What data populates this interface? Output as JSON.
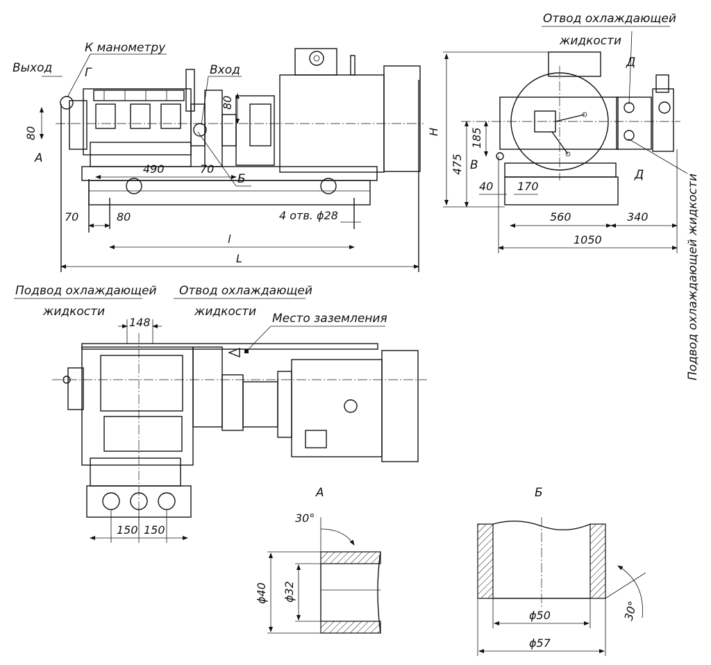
{
  "colors": {
    "line": "#111111",
    "background": "#ffffff"
  },
  "side_view": {
    "label_outlet": "Выход",
    "label_manometer": "К манометру",
    "label_inlet": "Вход",
    "mark_g": "Г",
    "mark_a": "А",
    "mark_b": "Б",
    "dim_80_left": "80",
    "dim_80_inlet": "80",
    "dim_490": "490",
    "dim_70_mid": "70",
    "dim_70_left": "70",
    "dim_80_bottom": "80",
    "dim_holes": "4 отв. ϕ28",
    "dim_l": "l",
    "dim_L": "L"
  },
  "end_view": {
    "label_coolant_out": "Отвод охлаждающей",
    "label_coolant_out_2": "жидкости",
    "label_coolant_in_vertical": "Подвод охлаждающей жидкости",
    "mark_d_top": "Д",
    "mark_d_bottom": "Д",
    "mark_v": "В",
    "dim_H": "H",
    "dim_475": "475",
    "dim_185": "185",
    "dim_40": "40",
    "dim_170": "170",
    "dim_560": "560",
    "dim_340": "340",
    "dim_1050": "1050"
  },
  "top_view": {
    "label_coolant_in": "Подвод охлаждающей",
    "label_coolant_in_2": "жидкости",
    "label_coolant_out": "Отвод охлаждающей",
    "label_coolant_out_2": "жидкости",
    "label_ground": "Место заземления",
    "dim_148": "148",
    "dim_150_a": "150",
    "dim_150_b": "150"
  },
  "detail_a": {
    "title": "А",
    "dim_30": "30°",
    "dim_40": "ϕ40",
    "dim_32": "ϕ32"
  },
  "detail_b": {
    "title": "Б",
    "dim_50": "ϕ50",
    "dim_57": "ϕ57",
    "dim_30": "30°"
  }
}
